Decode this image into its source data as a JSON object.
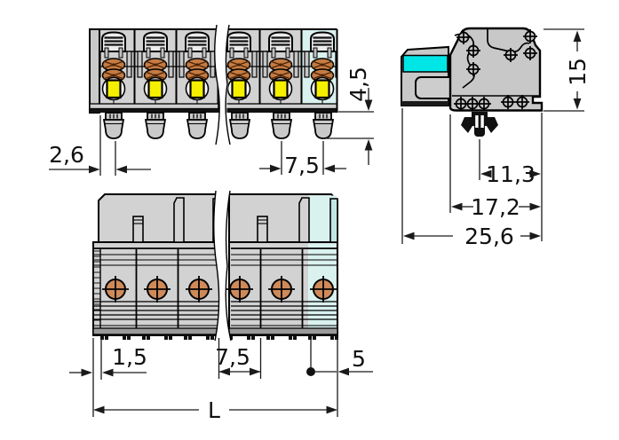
{
  "drawing": {
    "type": "connector-technical-drawing",
    "views": [
      "front-view",
      "side-view",
      "bottom-view"
    ],
    "dimensions": {
      "front": {
        "pin_offset": "2,6",
        "pitch": "7,5",
        "pin_length": "4,5"
      },
      "side": {
        "height": "15",
        "latch_offset": "11,3",
        "depth_body": "17,2",
        "depth_total": "25,6"
      },
      "bottom": {
        "wall": "1,5",
        "pitch": "7,5",
        "end_offset": "5",
        "total_length": "L"
      }
    },
    "colors": {
      "body_gray": "#d2d2d2",
      "pale_cyan_highlight": "#d9f2ef",
      "bright_cyan_stripe": "#00e6e6",
      "contact_orange": "#c57b42",
      "button_yellow": "#f5ef00"
    },
    "pole_count_shown": 6
  }
}
